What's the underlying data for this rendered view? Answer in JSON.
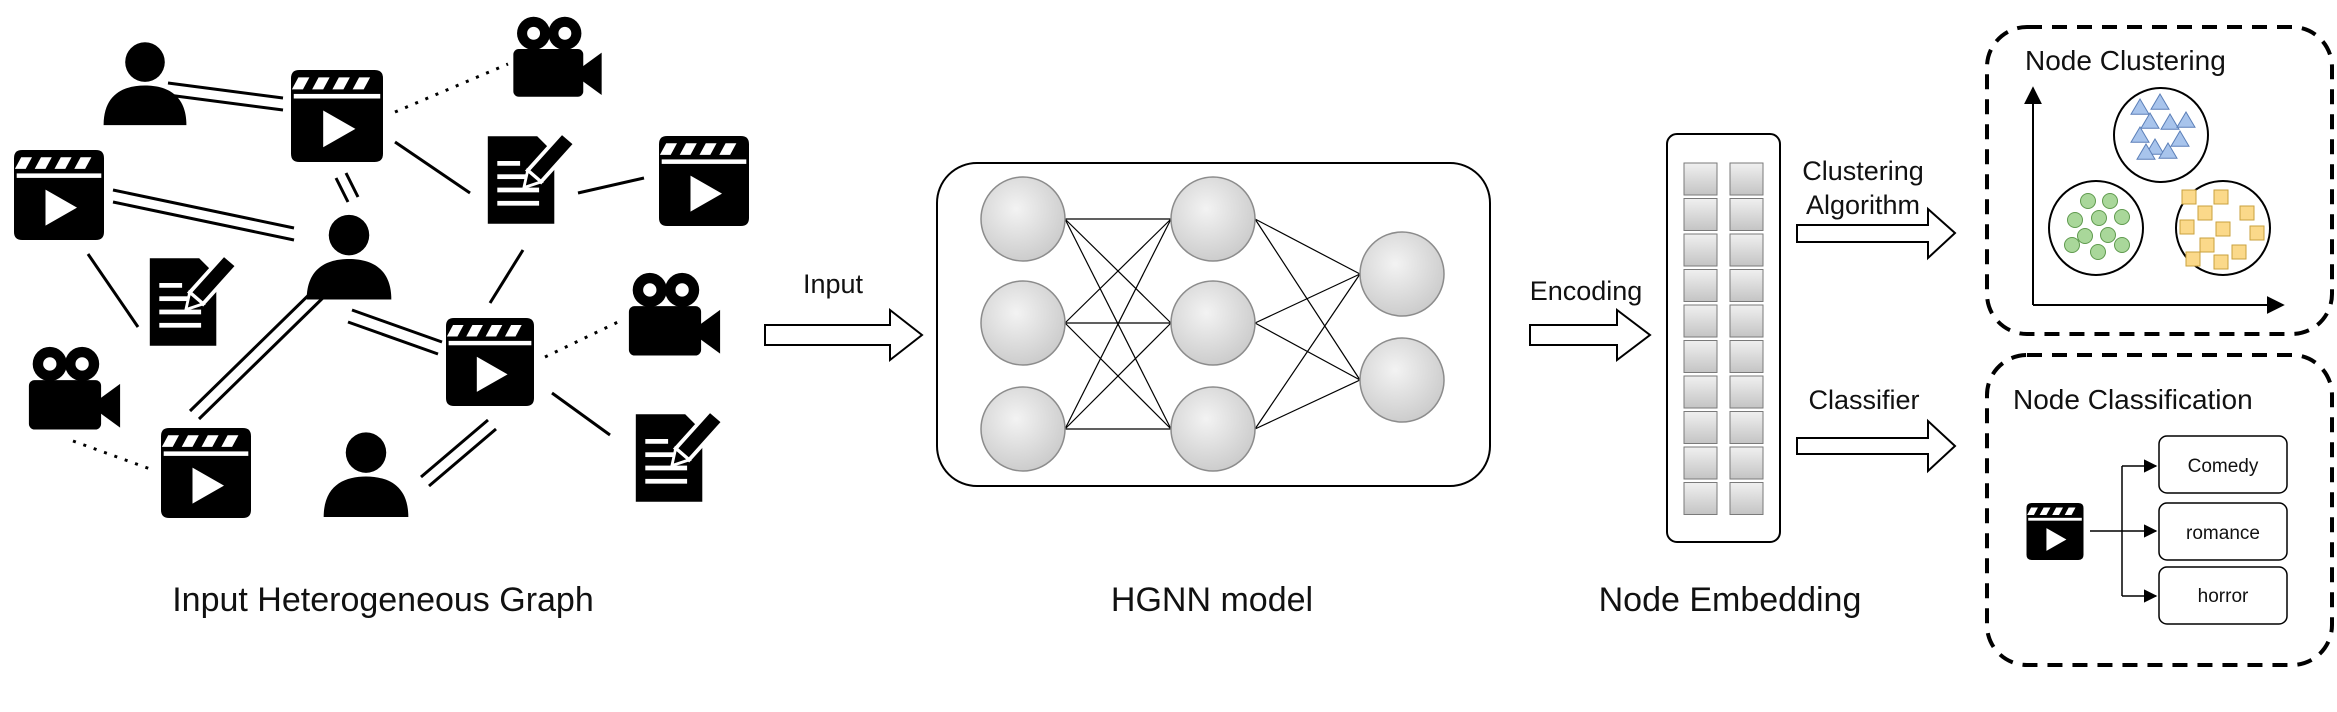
{
  "captions": {
    "graph": "Input Heterogeneous Graph",
    "model": "HGNN model",
    "embedding": "Node Embedding"
  },
  "arrows": {
    "input": "Input",
    "encoding": "Encoding",
    "clustering_line1": "Clustering",
    "clustering_line2": "Algorithm",
    "classifier": "Classifier"
  },
  "clustering_panel": {
    "title": "Node Clustering"
  },
  "classification_panel": {
    "title": "Node Classification",
    "classes": [
      "Comedy",
      "romance",
      "horror"
    ]
  },
  "colors": {
    "triangle_cluster": "#a8c4ec",
    "circle_cluster": "#a9d79a",
    "square_cluster": "#fbd98a",
    "neuron_fill": "#d9d9d9"
  }
}
